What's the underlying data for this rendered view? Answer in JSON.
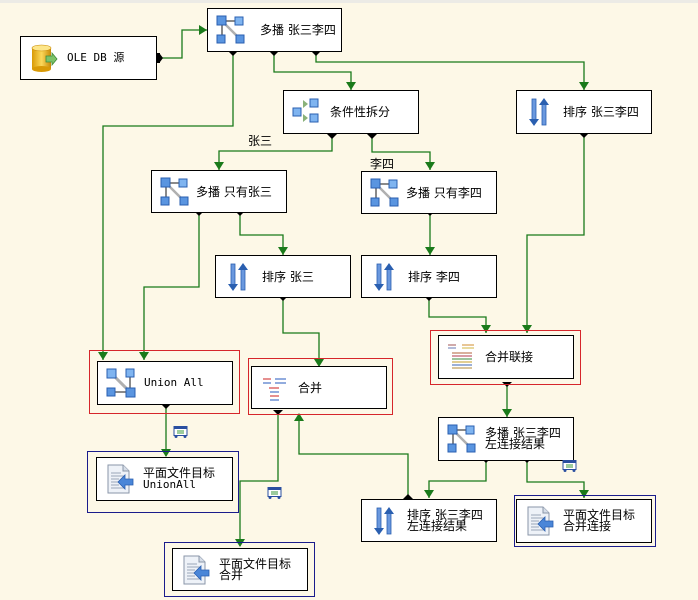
{
  "colors": {
    "background": "#fdf8e7",
    "path": "#1a7a1a",
    "error_highlight": "#d6262b",
    "destination_highlight": "#1a1c8c"
  },
  "components": {
    "oledb_source": {
      "label": "OLE DB 源",
      "icon": "database-source-icon"
    },
    "multicast_all": {
      "label": "多播 张三李四",
      "icon": "multicast-icon"
    },
    "conditional_split": {
      "label": "条件性拆分",
      "icon": "conditional-split-icon"
    },
    "sort_all": {
      "label": "排序 张三李四",
      "icon": "sort-icon"
    },
    "multicast_zhangsan": {
      "label": "多播 只有张三",
      "icon": "multicast-icon"
    },
    "multicast_lisi": {
      "label": "多播 只有李四",
      "icon": "multicast-icon"
    },
    "sort_zhangsan": {
      "label": "排序 张三",
      "icon": "sort-icon"
    },
    "sort_lisi": {
      "label": "排序 李四",
      "icon": "sort-icon"
    },
    "union_all": {
      "label": "Union All",
      "icon": "union-all-icon"
    },
    "merge": {
      "label": "合并",
      "icon": "merge-icon"
    },
    "merge_join": {
      "label": "合并联接",
      "icon": "merge-join-icon"
    },
    "multicast_leftjoin": {
      "label_line1": "多播 张三李四",
      "label_line2": "左连接结果",
      "icon": "multicast-icon"
    },
    "sort_leftjoin": {
      "label_line1": "排序 张三李四",
      "label_line2": "左连接结果",
      "icon": "sort-icon"
    },
    "dest_unionall": {
      "label_line1": "平面文件目标",
      "label_line2": "UnionAll",
      "icon": "flat-file-destination-icon"
    },
    "dest_merge": {
      "label_line1": "平面文件目标",
      "label_line2": "合并",
      "icon": "flat-file-destination-icon"
    },
    "dest_mergejoin": {
      "label_line1": "平面文件目标",
      "label_line2": "合并连接",
      "icon": "flat-file-destination-icon"
    }
  },
  "path_labels": {
    "split_zhangsan": "张三",
    "split_lisi": "李四"
  }
}
